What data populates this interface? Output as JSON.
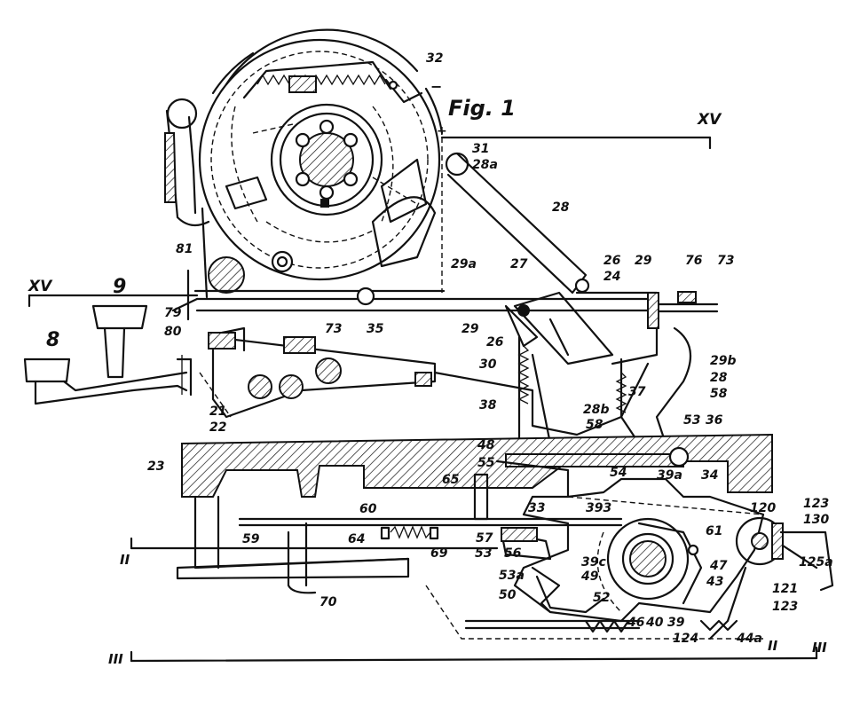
{
  "figure": {
    "title": "Fig. 1",
    "section_marks": {
      "xv": "XV",
      "ii": "II",
      "iii": "III"
    },
    "signs": {
      "plus": "+",
      "minus": "−"
    }
  },
  "labels": [
    "32",
    "31",
    "28a",
    "28",
    "26",
    "29",
    "76",
    "73",
    "27",
    "24",
    "29a",
    "26",
    "30",
    "29b",
    "28",
    "37",
    "58",
    "38",
    "28b",
    "58",
    "53",
    "36",
    "48",
    "55",
    "54",
    "39a",
    "34",
    "65",
    "33",
    "393",
    "60",
    "123",
    "120",
    "130",
    "57",
    "61",
    "53",
    "56",
    "39c",
    "125a",
    "49",
    "47",
    "43",
    "121",
    "53a",
    "50",
    "52",
    "123",
    "46",
    "40",
    "39",
    "124",
    "44a",
    "81",
    "9",
    "79",
    "80",
    "73",
    "35",
    "29",
    "8",
    "21",
    "22",
    "23",
    "59",
    "64",
    "69",
    "70"
  ]
}
